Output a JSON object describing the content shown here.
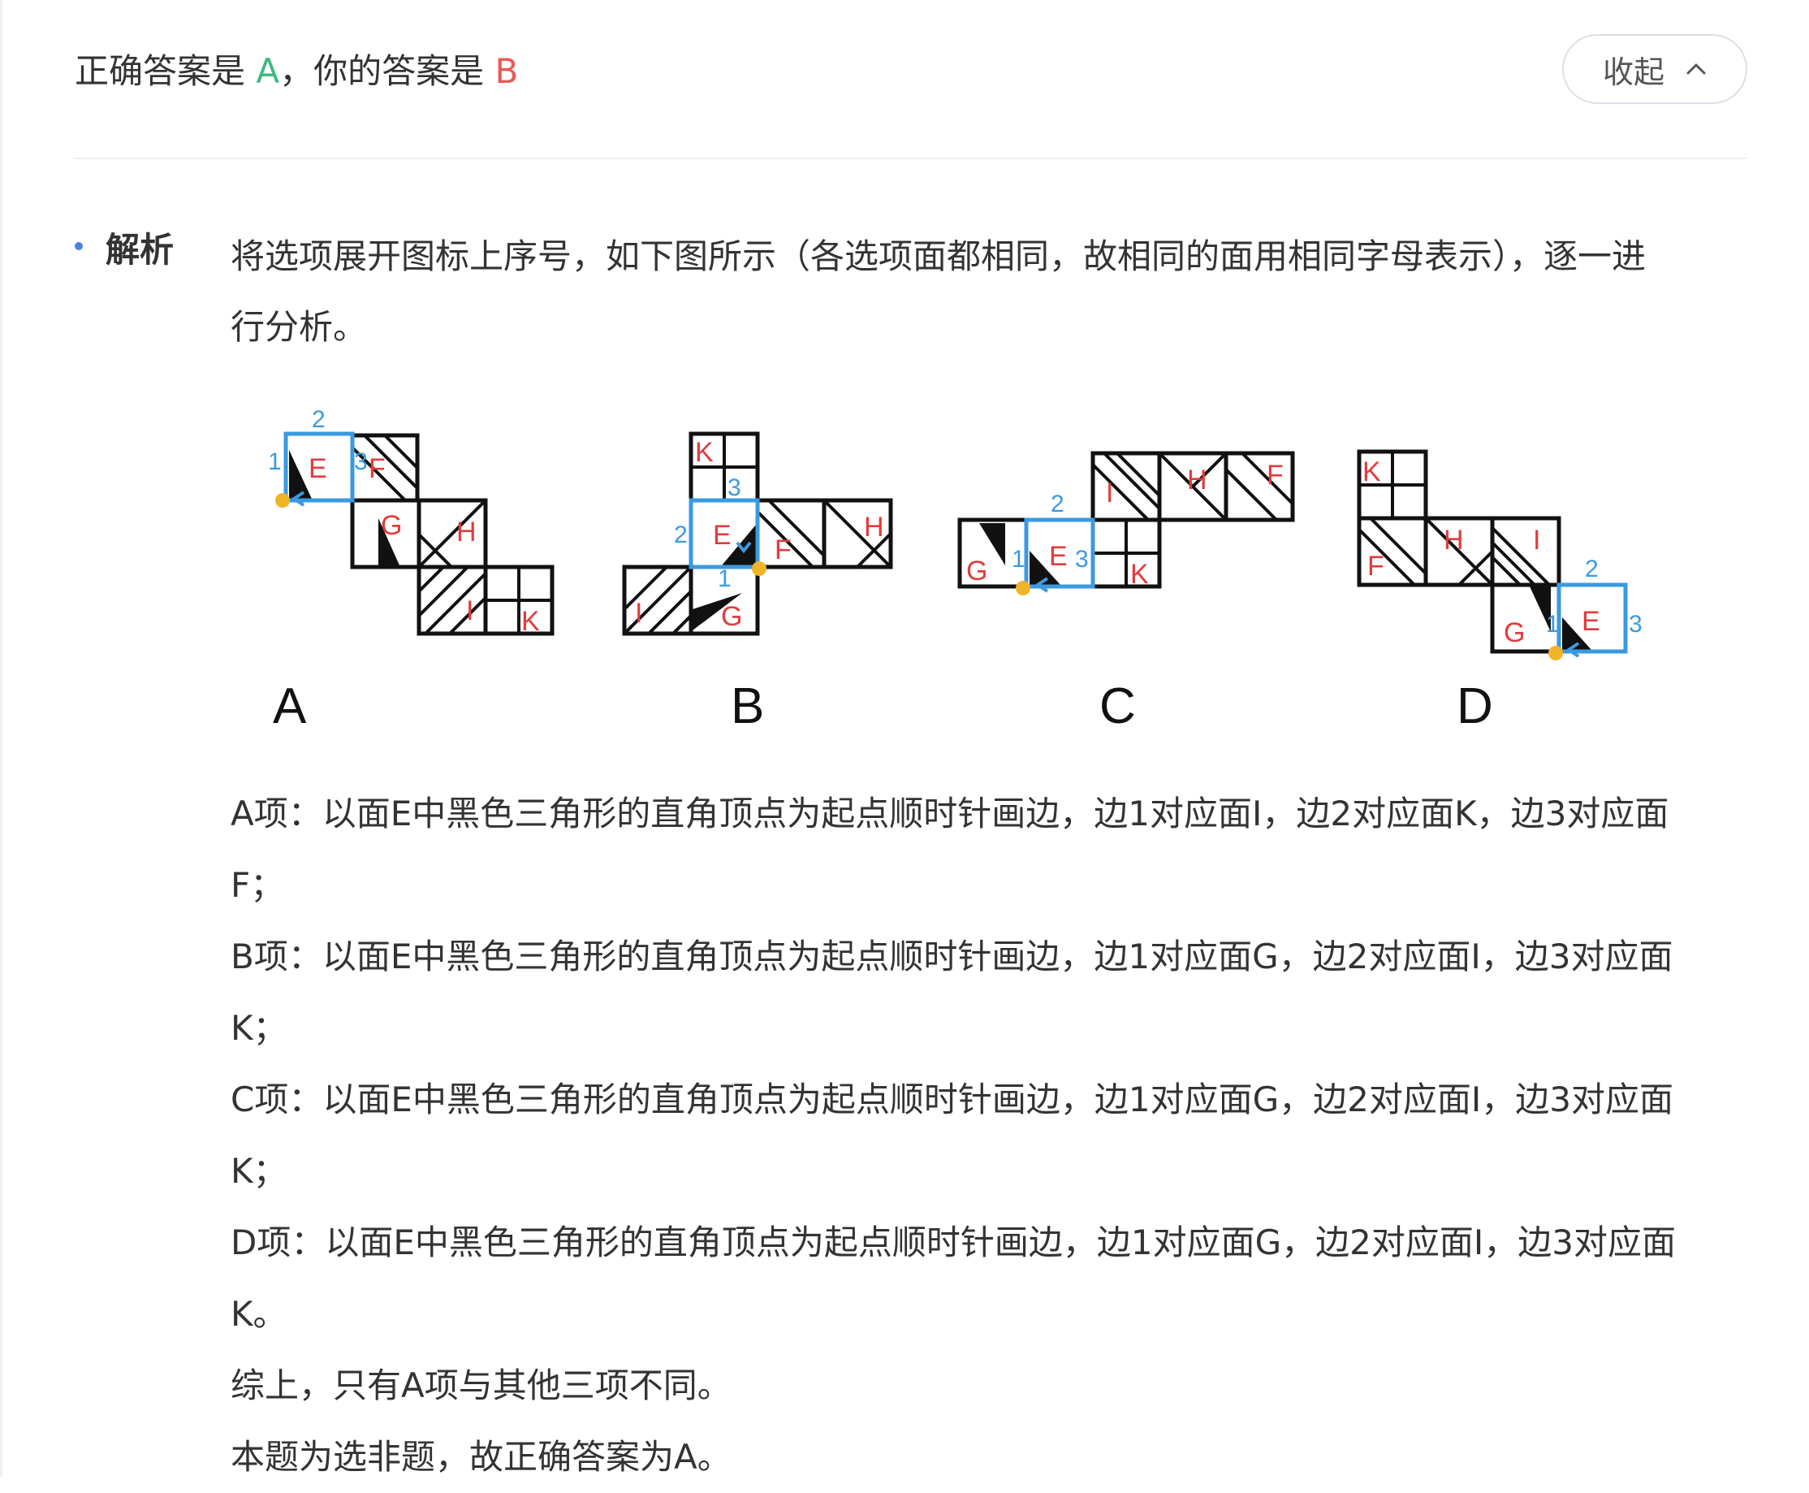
{
  "header": {
    "correct_prefix": "正确答案是 ",
    "correct_answer": "A",
    "middle": "，你的答案是 ",
    "user_answer": "B"
  },
  "collapse_button": {
    "label": "收起",
    "icon": "chevron-up-icon"
  },
  "analysis": {
    "label": "解析",
    "intro_line1": "将选项展开图标上序号，如下图所示（各选项面都相同，故相同的面用相同字母表示），逐一进",
    "intro_line2": "行分析。",
    "figure": {
      "option_labels": [
        "A",
        "B",
        "C",
        "D"
      ],
      "face_letters": [
        "E",
        "F",
        "G",
        "H",
        "I",
        "K"
      ],
      "edge_numbers": [
        "1",
        "2",
        "3"
      ],
      "colors": {
        "face_letter": "#e23b3b",
        "edge_highlight": "#3a9ae0",
        "vertex_dot": "#f0b429",
        "outline": "#111111"
      }
    },
    "lines": [
      "A项：以面E中黑色三角形的直角顶点为起点顺时针画边，边1对应面I，边2对应面K，边3对应面",
      "F；",
      "B项：以面E中黑色三角形的直角顶点为起点顺时针画边，边1对应面G，边2对应面I，边3对应面",
      "K；",
      "C项：以面E中黑色三角形的直角顶点为起点顺时针画边，边1对应面G，边2对应面I，边3对应面",
      "K；",
      "D项：以面E中黑色三角形的直角顶点为起点顺时针画边，边1对应面G，边2对应面I，边3对应面",
      "K。",
      "综上，只有A项与其他三项不同。",
      "本题为选非题，故正确答案为A。"
    ]
  }
}
